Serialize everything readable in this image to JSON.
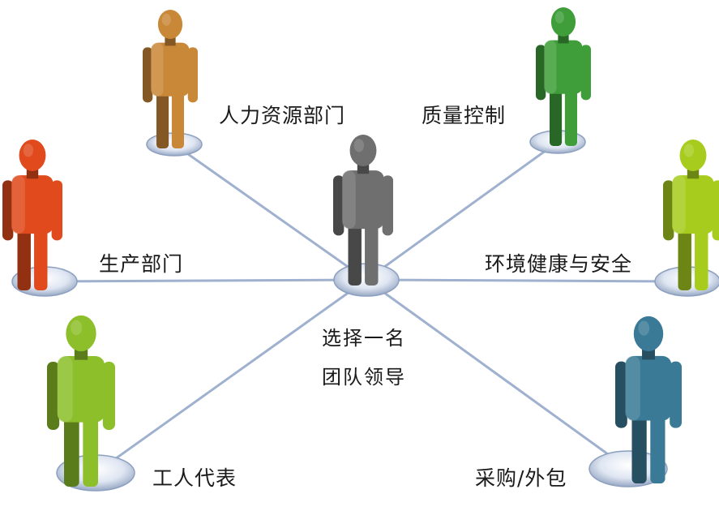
{
  "nodes": {
    "hr": {
      "label": "人力资源部门",
      "color": "#c98838"
    },
    "quality": {
      "label": "质量控制",
      "color": "#3f9e3a"
    },
    "production": {
      "label": "生产部门",
      "color": "#e04a1c"
    },
    "ehs": {
      "label": "环境健康与安全",
      "color": "#a8cc1e"
    },
    "workers": {
      "label": "工人代表",
      "color": "#8cbf2a"
    },
    "procurement": {
      "label": "采购/外包",
      "color": "#3a7a96"
    }
  },
  "center": {
    "line1": "选择一名",
    "line2": "团队领导",
    "color": "#6f6f6f"
  }
}
